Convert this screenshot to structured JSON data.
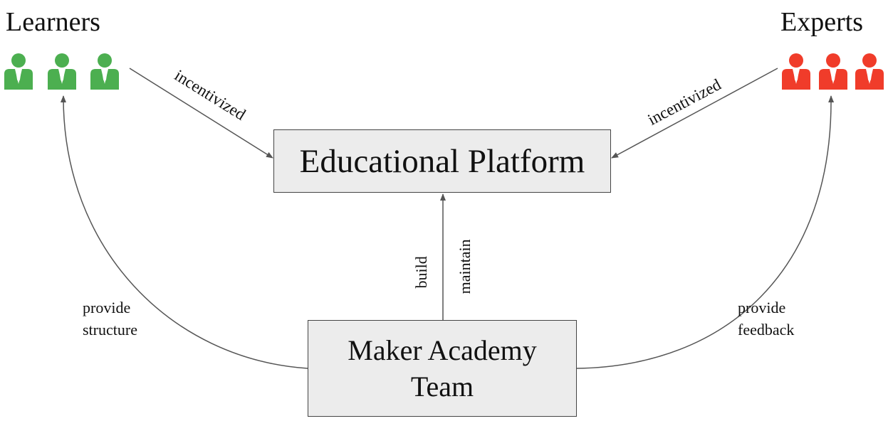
{
  "groups": {
    "learners": {
      "title": "Learners",
      "color": "#4caf50",
      "count": 3
    },
    "experts": {
      "title": "Experts",
      "color": "#f03c2a",
      "count": 3
    }
  },
  "nodes": {
    "platform": {
      "label": "Educational Platform"
    },
    "team": {
      "label_line1": "Maker Academy",
      "label_line2": "Team"
    }
  },
  "edges": {
    "learners_to_platform": "incentivized",
    "experts_to_platform": "incentivized",
    "team_build": "build",
    "team_maintain": "maintain",
    "team_to_learners_line1": "provide",
    "team_to_learners_line2": "structure",
    "team_to_experts_line1": "provide",
    "team_to_experts_line2": "feedback"
  },
  "colors": {
    "edge": "#555555",
    "box_fill": "#ececec"
  }
}
